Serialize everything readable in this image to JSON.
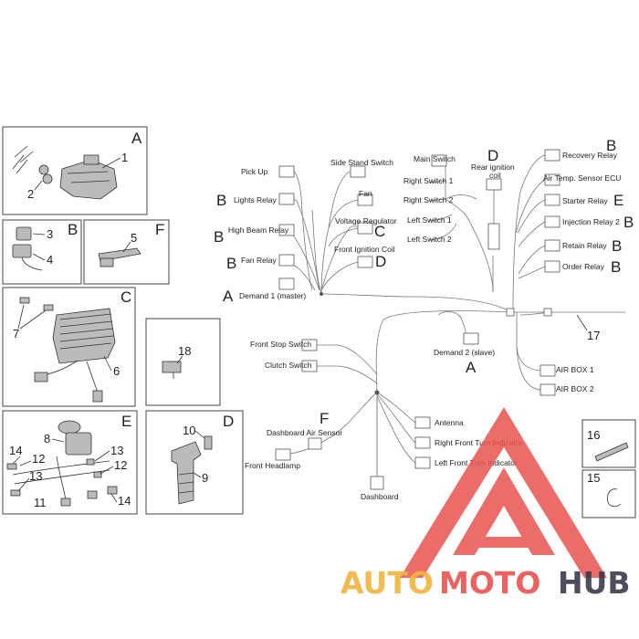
{
  "components": {
    "pick_up": "Pick Up",
    "lights_relay": "Lights Relay",
    "high_beam_relay": "High Beam Relay",
    "fan_relay": "Fan Relay",
    "demand1": "Demand 1 (master)",
    "side_stand": "Side Stand Switch",
    "fan": "Fan",
    "voltage_regulator": "Voltage Regulator",
    "front_ignition_coil": "Front Ignition Coil",
    "main_switch": "Main Switch",
    "right_switch1": "Right Switch 1",
    "right_switch2": "Right Switch 2",
    "left_switch1": "Left Switch 1",
    "left_switch2": "Left Switch 2",
    "rear_ign_1": "Rear ignition",
    "rear_ign_2": "coil",
    "recovery_relay": "Recovery Relay",
    "air_temp": "Air Temp. Sensor ECU",
    "starter_relay": "Starter Relay",
    "injection_relay": "Injection Relay 2",
    "retain_relay": "Retain Relay",
    "order_relay": "Order Relay",
    "demand2": "Demand 2 (slave)",
    "front_stop": "Front Stop Switch",
    "clutch": "Clutch Switch",
    "air_box1": "AIR BOX 1",
    "air_box2": "AIR BOX 2",
    "dash_air": "Dashboard Air Sensor",
    "front_headlamp": "Front Headlamp",
    "dashboard": "Dashboard",
    "antenna": "Antenna",
    "right_turn": "Right Front Turn Indicator",
    "left_turn": "Left Front Turn Indicator"
  },
  "sections": {
    "a": "A",
    "b": "B",
    "c": "C",
    "d": "D",
    "e": "E",
    "f": "F"
  },
  "parts": {
    "p1": "1",
    "p2": "2",
    "p3": "3",
    "p4": "4",
    "p5": "5",
    "p6": "6",
    "p7": "7",
    "p8": "8",
    "p9": "9",
    "p10": "10",
    "p11": "11",
    "p12": "12",
    "p13": "13",
    "p14": "14",
    "p15": "15",
    "p16": "16",
    "p17": "17",
    "p18": "18"
  },
  "watermark": {
    "auto": "AUTO",
    "moto": "MOTO",
    "hub": "HUB",
    "color_red": "#e8534f",
    "color_yellow": "#f2b33d",
    "color_dark": "#3a3a4a"
  }
}
